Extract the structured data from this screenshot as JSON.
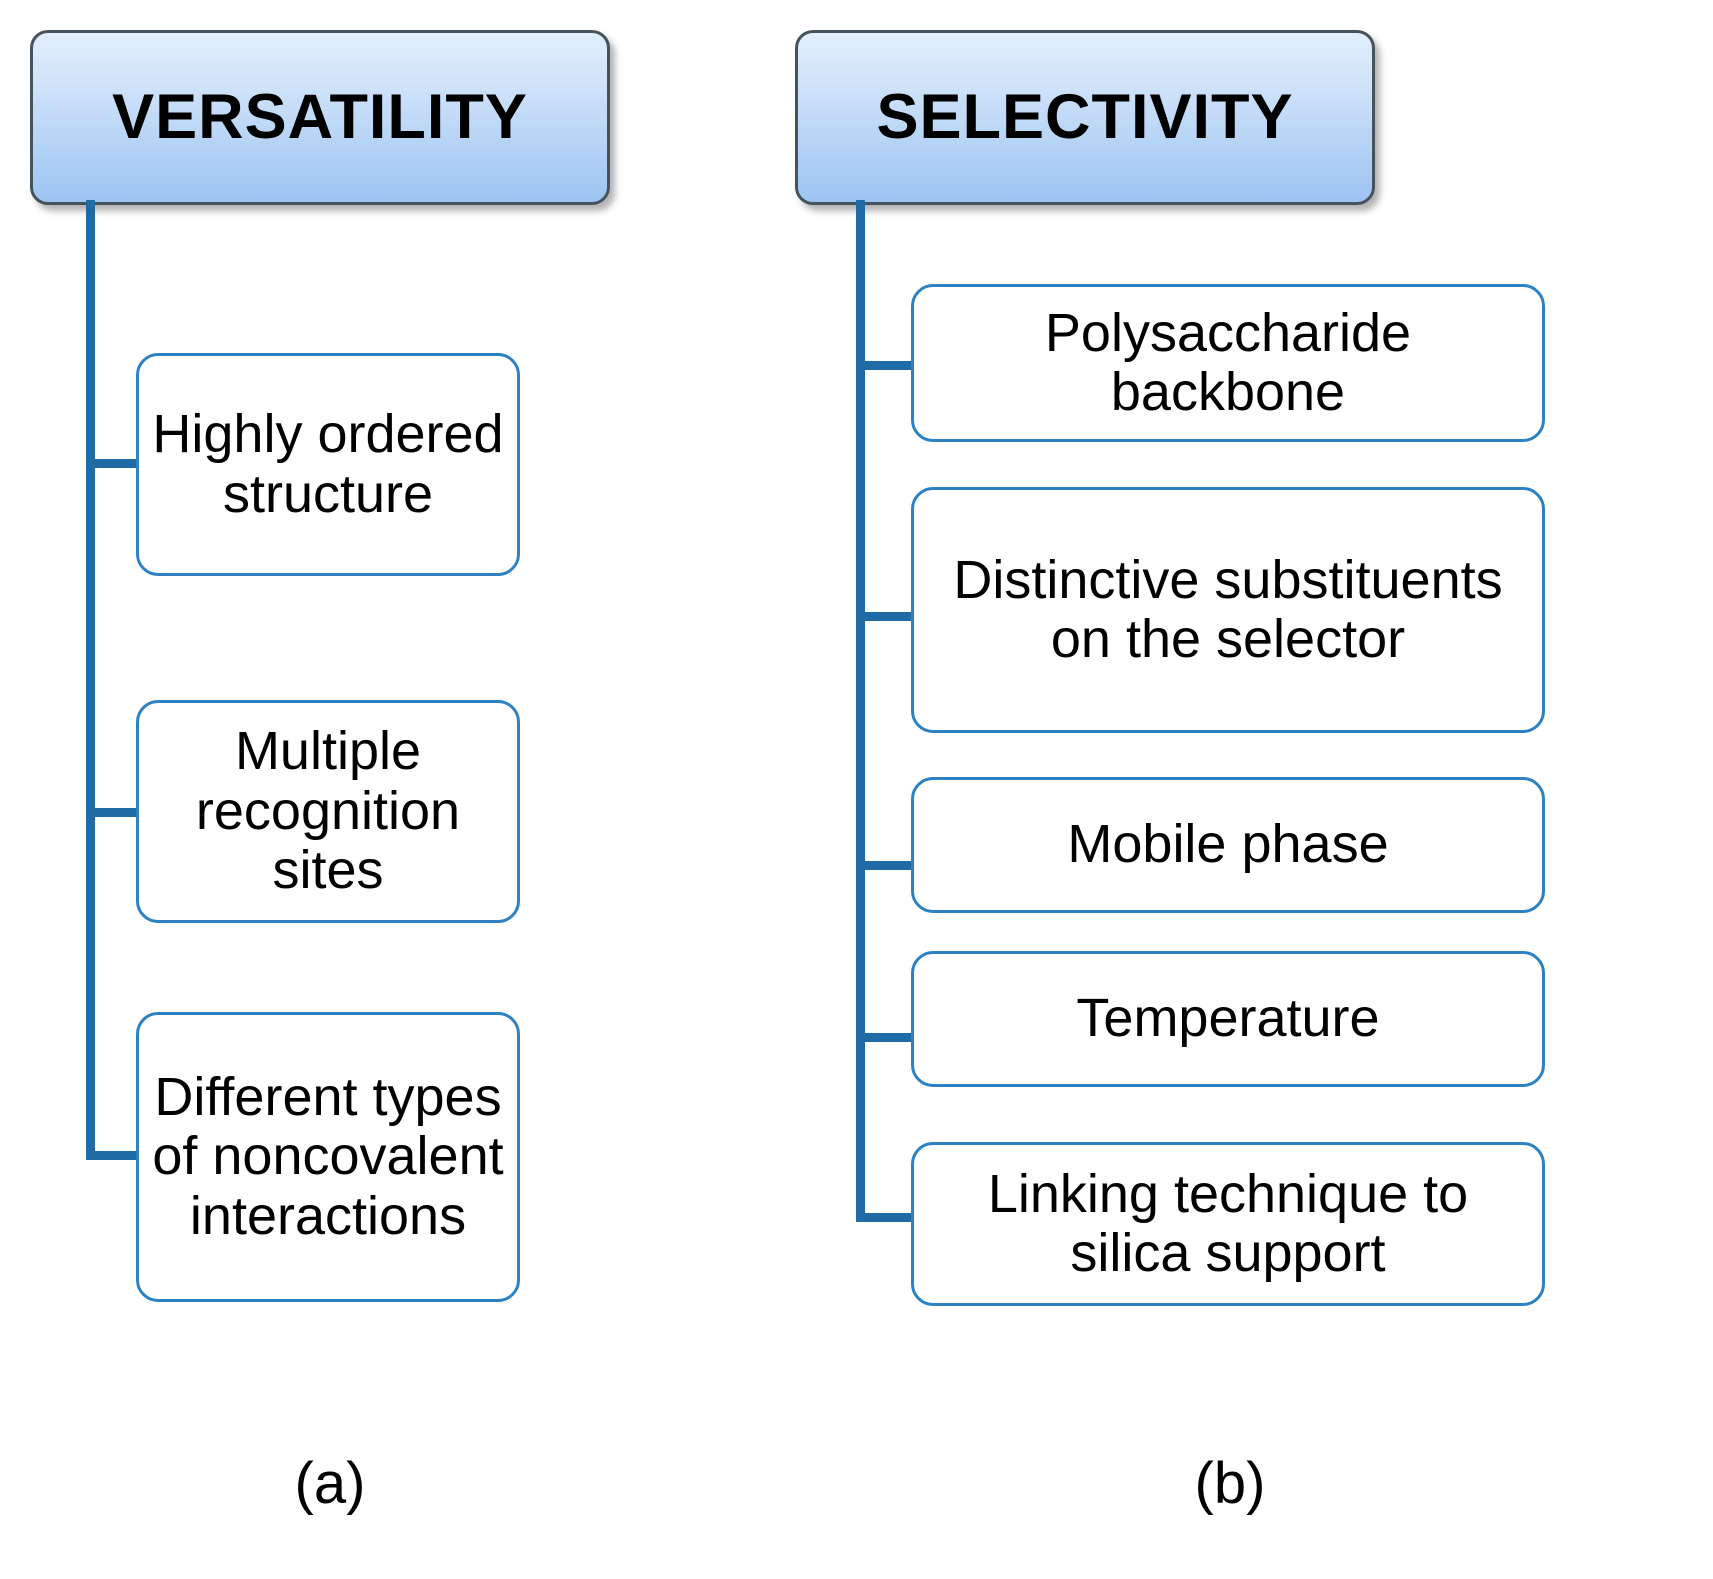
{
  "figure": {
    "panels": [
      {
        "id": "a",
        "caption": "(a)",
        "root": "VERSATILITY",
        "items": [
          "Highly ordered structure",
          "Multiple recognition sites",
          "Different types of noncovalent interactions"
        ]
      },
      {
        "id": "b",
        "caption": "(b)",
        "root": "SELECTIVITY",
        "items": [
          "Polysaccharide backbone",
          "Distinctive substituents on the selector",
          "Mobile phase",
          "Temperature",
          "Linking technique to silica support"
        ]
      }
    ]
  },
  "colors": {
    "root_fill_top": "#e2eefc",
    "root_fill_bottom": "#9cc4f2",
    "root_border": "#46525c",
    "child_border": "#2e82c4",
    "child_fill": "#ffffff",
    "connector": "#1f6ba5",
    "text": "#000000",
    "background": "#ffffff"
  }
}
